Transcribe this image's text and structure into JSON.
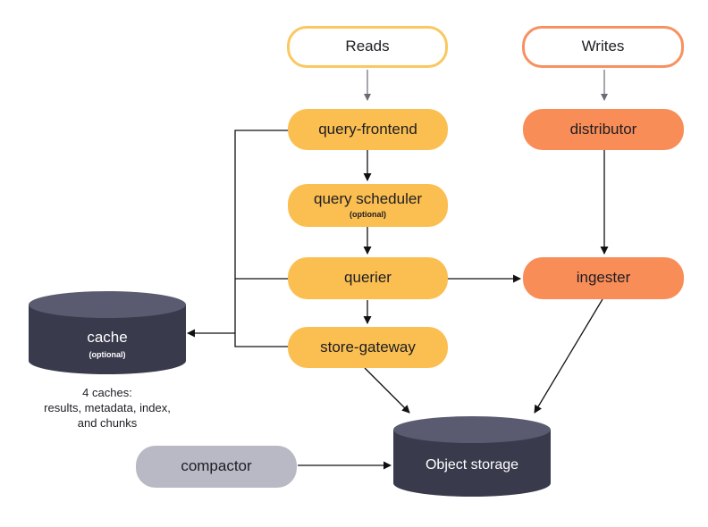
{
  "nodes": {
    "reads": "Reads",
    "writes": "Writes",
    "query_frontend": "query-frontend",
    "query_scheduler": "query scheduler",
    "query_scheduler_note": "(optional)",
    "distributor": "distributor",
    "querier": "querier",
    "ingester": "ingester",
    "store_gateway": "store-gateway",
    "compactor": "compactor"
  },
  "cache": {
    "title": "cache",
    "note": "(optional)",
    "caption_lines": [
      "4 caches:",
      "results, metadata, index,",
      "and chunks"
    ]
  },
  "object_storage": "Object storage",
  "colors": {
    "reads_border": "#fac860",
    "writes_border": "#f79161",
    "read_path": "#fbbe50",
    "write_path": "#f98d57",
    "compactor": "#b9b9c6",
    "storage_body": "#393a4c",
    "storage_top": "#5a5b70"
  }
}
